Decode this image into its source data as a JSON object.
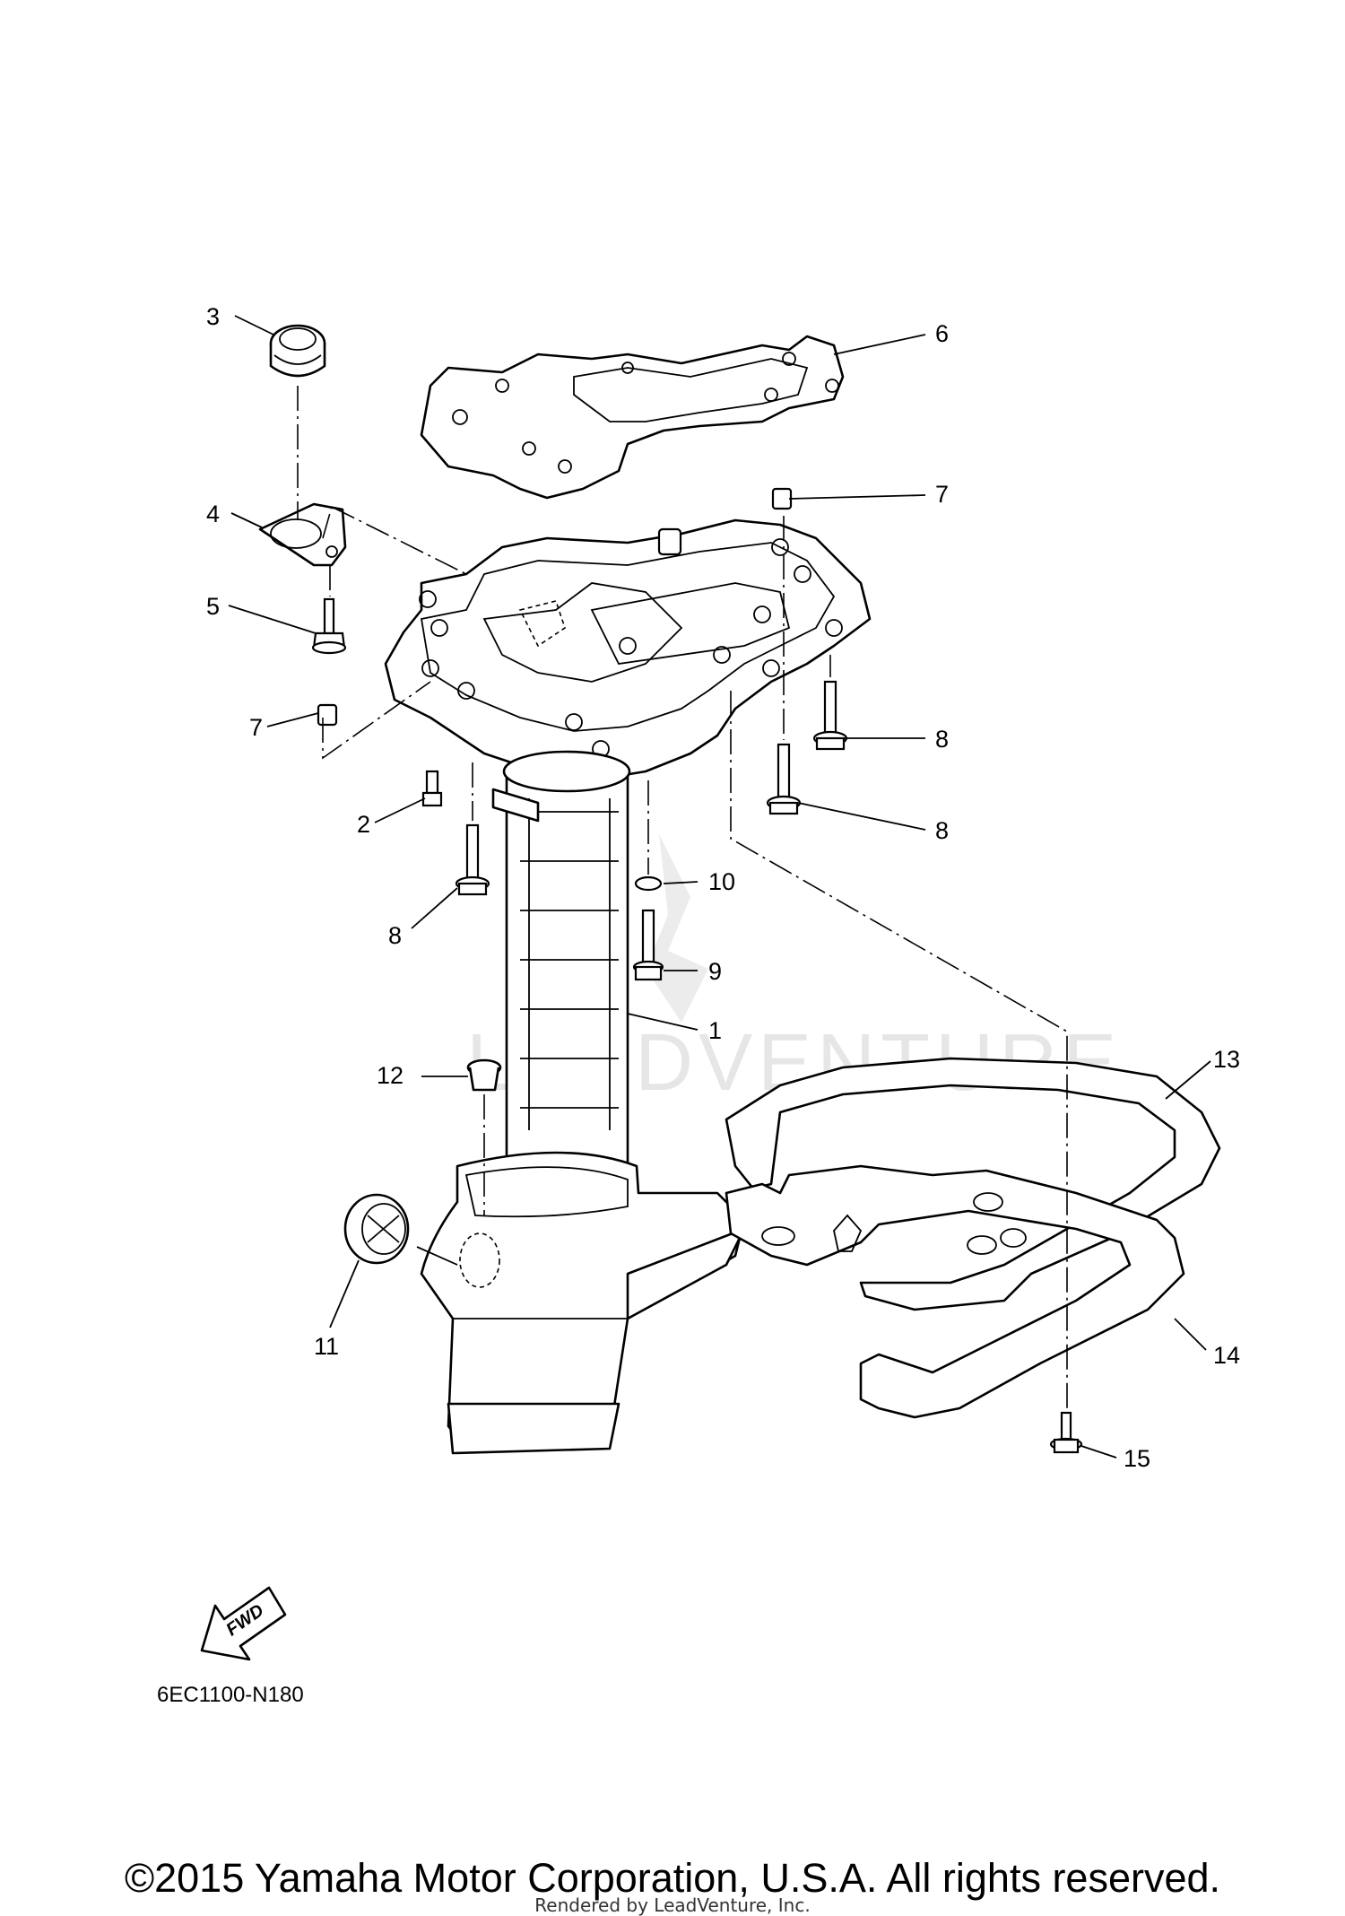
{
  "diagram": {
    "callouts": [
      "1",
      "2",
      "3",
      "4",
      "5",
      "6",
      "7",
      "7",
      "8",
      "8",
      "8",
      "9",
      "10",
      "11",
      "12",
      "13",
      "14",
      "15"
    ],
    "watermark": "LEADVENTURE",
    "fwd_label": "FWD",
    "code": "6EC1100-N180"
  },
  "footer": {
    "copyright": "©2015 Yamaha Motor Corporation, U.S.A. All rights reserved.",
    "rendered_by": "Rendered by LeadVenture, Inc."
  }
}
